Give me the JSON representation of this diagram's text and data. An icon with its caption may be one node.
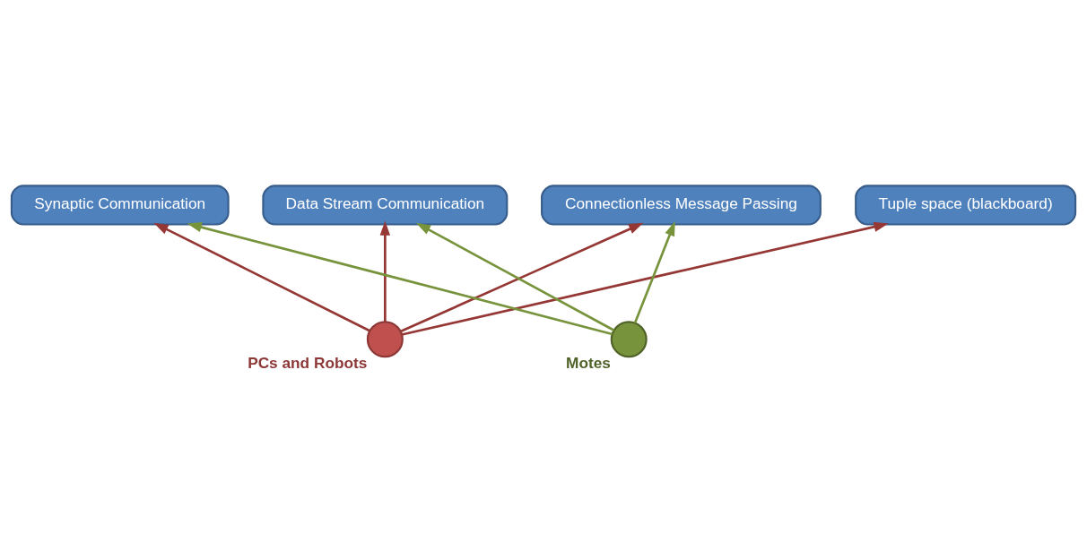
{
  "diagram": {
    "nodes": [
      {
        "text": [
          "Synaptic Communication"
        ]
      },
      {
        "text": [
          "Data Stream Communication"
        ]
      },
      {
        "text": [
          "Connectionless Message Passing"
        ]
      },
      {
        "text": [
          "Tuple space (blackboard)"
        ]
      },
      {
        "text": [],
        "shape": "circle",
        "beside": [
          "PCs and Robots"
        ]
      },
      {
        "text": [],
        "shape": "circle",
        "beside": [
          "Motes"
        ]
      }
    ],
    "edges": [
      {
        "from": 4,
        "to": 0,
        "arrow": "to"
      },
      {
        "from": 4,
        "to": 1,
        "arrow": "to"
      },
      {
        "from": 4,
        "to": 2,
        "arrow": "to"
      },
      {
        "from": 4,
        "to": 3,
        "arrow": "to"
      },
      {
        "from": 5,
        "to": 0,
        "arrow": "to",
        "color": "#77933c"
      },
      {
        "from": 5,
        "to": 1,
        "arrow": "to",
        "color": "#77933c"
      },
      {
        "from": 5,
        "to": 2,
        "arrow": "to",
        "color": "#77933c"
      }
    ]
  }
}
